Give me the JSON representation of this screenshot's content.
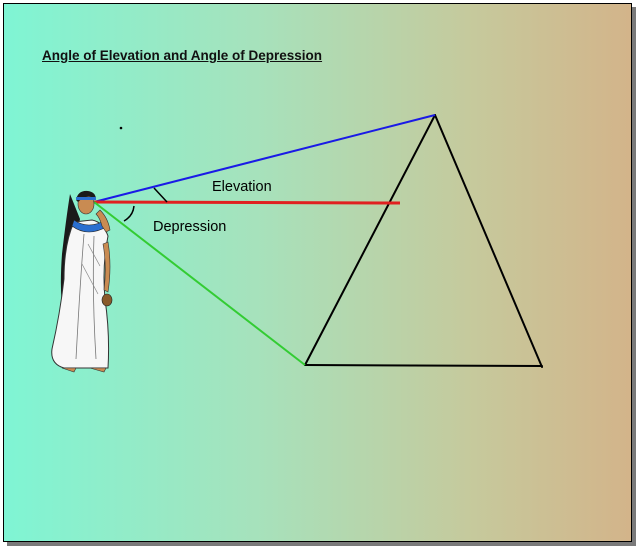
{
  "title": "Angle of Elevation and Angle of Depression",
  "labels": {
    "elevation": "Elevation",
    "depression": "Depression"
  },
  "colors": {
    "elevation_line": "#1a1ae6",
    "horizontal_line": "#e02020",
    "depression_line": "#33cc33",
    "pyramid": "#000000",
    "background_left": "#7ff5d4",
    "background_right": "#d3b48a"
  },
  "icons": {
    "observer": "egyptian-woman-figure"
  }
}
